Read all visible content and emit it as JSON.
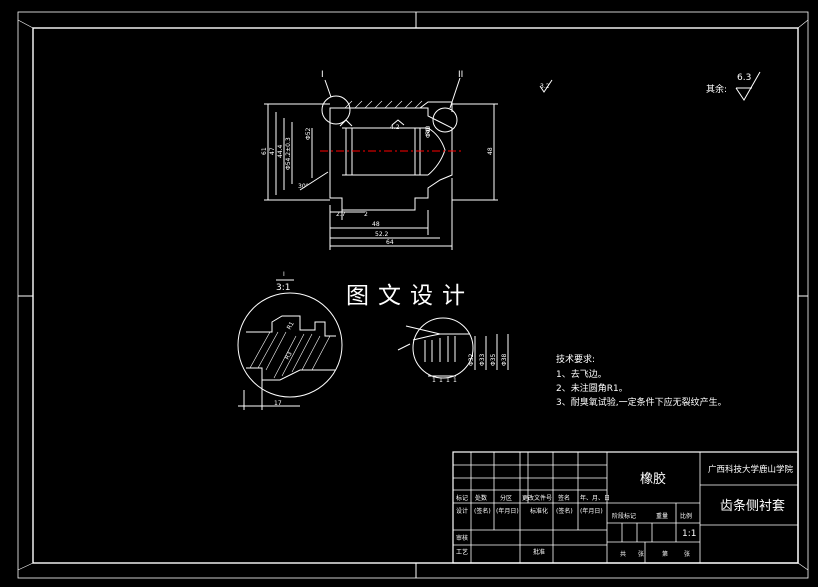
{
  "drawing": {
    "watermark": "图文设计",
    "roughness_other_label": "其余:",
    "roughness_other_value": "6.3",
    "roughness_top": "3.2",
    "section_markers": {
      "left": "I",
      "right": "II"
    },
    "detail_view": {
      "name": "I",
      "scale": "3:1"
    },
    "tech_requirements": {
      "title": "技术要求:",
      "items": [
        "1、去飞边。",
        "2、未注圆角R1。",
        "3、耐臭氧试验,一定条件下应无裂纹产生。"
      ]
    },
    "dimensions": {
      "left_vertical_outer": "61",
      "left_vertical_2": "47",
      "left_vertical_3": "44.4",
      "left_vertical_4": "Φ54.2±0.3",
      "left_vertical_5": "Φ52",
      "right_vertical": "48",
      "bore": "Φ40",
      "angle": "30°",
      "bottom_1": "2.7",
      "bottom_2": "2",
      "bottom_3": "48",
      "bottom_4": "52.2",
      "bottom_5": "64",
      "top_small": "4.2",
      "radius_r": "R0",
      "detail1_small": "17",
      "detail1_r1": "R1",
      "detail1_r2": "R3",
      "detail2_dims": [
        "1",
        "1",
        "1",
        "1",
        "Φ32",
        "Φ33",
        "Φ35",
        "Φ38"
      ]
    },
    "colors": {
      "line": "#ffffff",
      "centerline": "#ff0000"
    }
  },
  "title_block": {
    "material": "橡胶",
    "school": "广西科技大学鹿山学院",
    "part_name": "齿条侧衬套",
    "scale": "1:1",
    "row_labels": [
      "标记",
      "处数",
      "分区",
      "更改文件号",
      "签名",
      "年、月、日"
    ],
    "row2_labels": [
      "设计",
      "(签名)",
      "(年月日)",
      "标准化",
      "(签名)",
      "(年月日)"
    ],
    "row3_labels": [
      "审核"
    ],
    "row4_labels": [
      "工艺",
      "批准"
    ],
    "stage_labels": [
      "阶段标记",
      "重量",
      "比例"
    ],
    "sheet_labels": [
      "共",
      "张",
      "第",
      "张"
    ]
  }
}
